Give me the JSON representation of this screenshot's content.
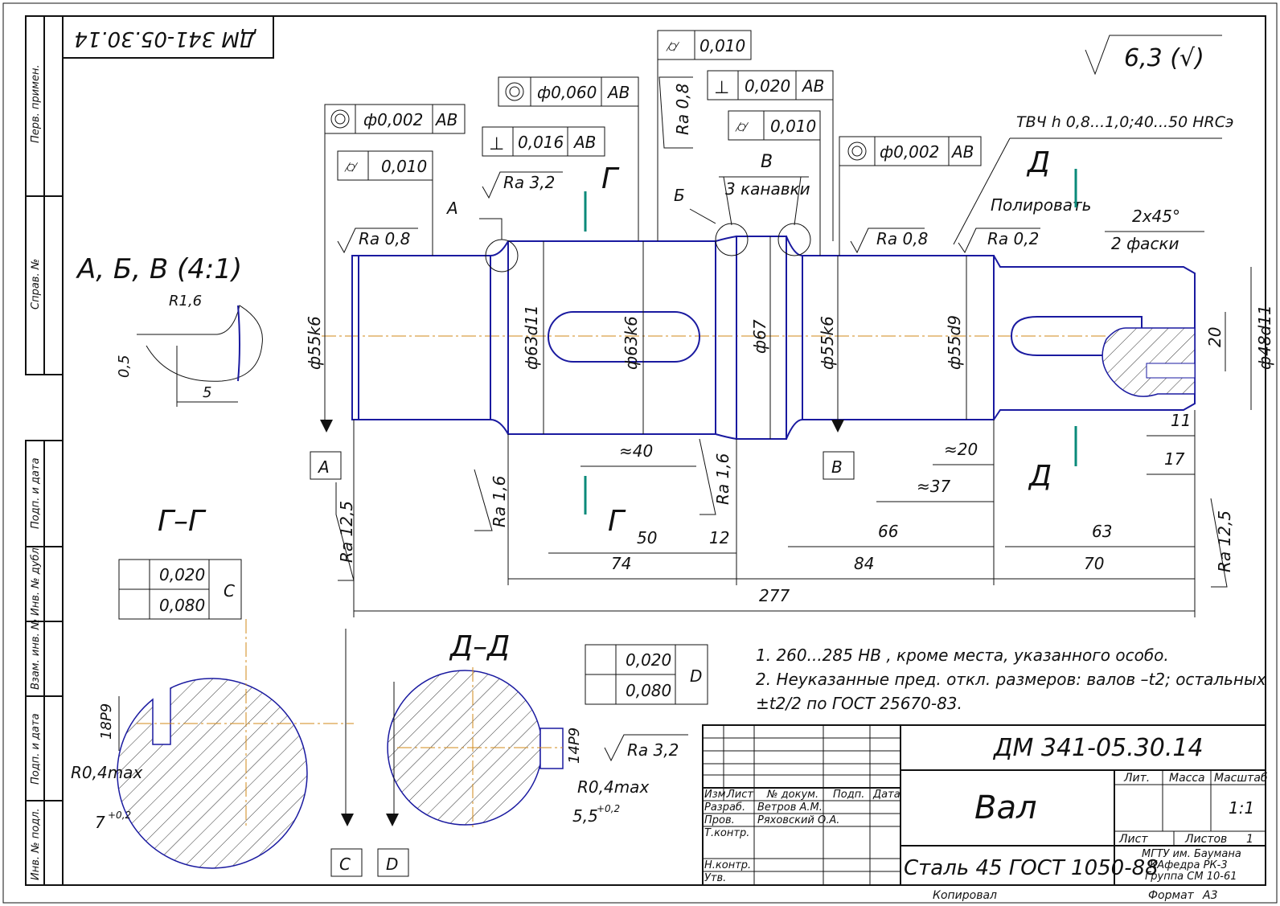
{
  "stamp_rotated": "ДМ 341-05.30.14",
  "roughness_general": "6,3 (√)",
  "side_labels": [
    "Перв. примен.",
    "Справ. №",
    "Подп. и дата",
    "Инв. № дубл.",
    "Взам. инв. №",
    "Подп. и дата",
    "Инв. № подл."
  ],
  "tolerances": {
    "t1": {
      "value": "ф0,002",
      "base": "АВ"
    },
    "t2": {
      "value": "0,010"
    },
    "t3": {
      "value": "ф0,060",
      "base": "АВ"
    },
    "t4": {
      "value": "0,016",
      "base": "АВ"
    },
    "t5": {
      "value": "0,010"
    },
    "t6": {
      "value": "0,020",
      "base": "АВ"
    },
    "t7": {
      "value": "0,010"
    },
    "t8": {
      "value": "ф0,002",
      "base": "АВ"
    }
  },
  "roughness": {
    "r1": "Ra 0,8",
    "r2": "Ra 3,2",
    "r3": "Ra 0,8",
    "r4": "Ra 0,8",
    "r5": "Ra 0,2",
    "r6": "Ra 12,5",
    "r7": "Ra 1,6",
    "r8": "Ra 1,6",
    "r9": "Ra 12,5",
    "r10": "Ra 3,2"
  },
  "labels": {
    "A": "А",
    "B": "Б",
    "V": "В",
    "grooves": "3 канавки",
    "heat": "ТВЧ h 0,8...1,0;40...50 HRCэ",
    "polish": "Полировать",
    "chamfer": "2х45°",
    "chamfer2": "2 фаски",
    "detail": "А, Б, В (4:1)",
    "section_g": "Г",
    "section_d": "Д",
    "view_gg": "Г–Г",
    "view_dd": "Д–Д",
    "datum_a": "А",
    "datum_b": "В",
    "datum_c": "С",
    "datum_d": "D"
  },
  "diameters": [
    "ф55k6",
    "ф63d11",
    "ф63k6",
    "ф67",
    "ф55k6",
    "ф55d9",
    "ф48d11",
    "20"
  ],
  "dims": {
    "d40": "≈40",
    "d20": "≈20",
    "d37": "≈37",
    "d11": "11",
    "d17": "17",
    "d50": "50",
    "d12": "12",
    "d66": "66",
    "d63": "63",
    "d74": "74",
    "d84": "84",
    "d70": "70",
    "d277": "277",
    "r16": "R1,6",
    "d05": "0,5",
    "d5": "5"
  },
  "sections": {
    "gg_tol1": "0,020",
    "gg_tol2": "0,080",
    "gg_base": "С",
    "gg_key": "18P9",
    "gg_r": "R0,4max",
    "gg_depth": "7",
    "gg_depth_tol": "+0,2",
    "dd_tol1": "0,020",
    "dd_tol2": "0,080",
    "dd_base": "D",
    "dd_key": "14P9",
    "dd_r": "R0,4max",
    "dd_depth": "5,5",
    "dd_depth_tol": "+0,2"
  },
  "notes": [
    "1. 260...285 HB , кроме места, указанного особо.",
    "2. Неуказанные пред. откл. размеров: валов –t2; остальных",
    "±t2/2 по ГОСТ 25670-83."
  ],
  "titleblock": {
    "designation": "ДМ 341-05.30.14",
    "name": "Вал",
    "material": "Сталь 45 ГОСТ 1050-88",
    "col_izm": "Изм.",
    "col_list": "Лист",
    "col_doc": "№ докум.",
    "col_sign": "Подп.",
    "col_date": "Дата",
    "row_dev": "Разраб.",
    "dev_name": "Ветров А.М.",
    "row_check": "Пров.",
    "check_name": "Ряховский О.А.",
    "row_tk": "Т.контр.",
    "row_nk": "Н.контр.",
    "row_ut": "Утв.",
    "lit": "Лит.",
    "mass": "Масса",
    "scale": "Масштаб",
    "scale_val": "1:1",
    "sheet": "Лист",
    "sheets": "Листов",
    "sheets_val": "1",
    "org1": "МГТУ им. Баумана",
    "org2": "КАфедра РК-3",
    "org3": "Группа СМ 10-61",
    "copied": "Копировал",
    "format": "Формат",
    "format_val": "А3"
  }
}
